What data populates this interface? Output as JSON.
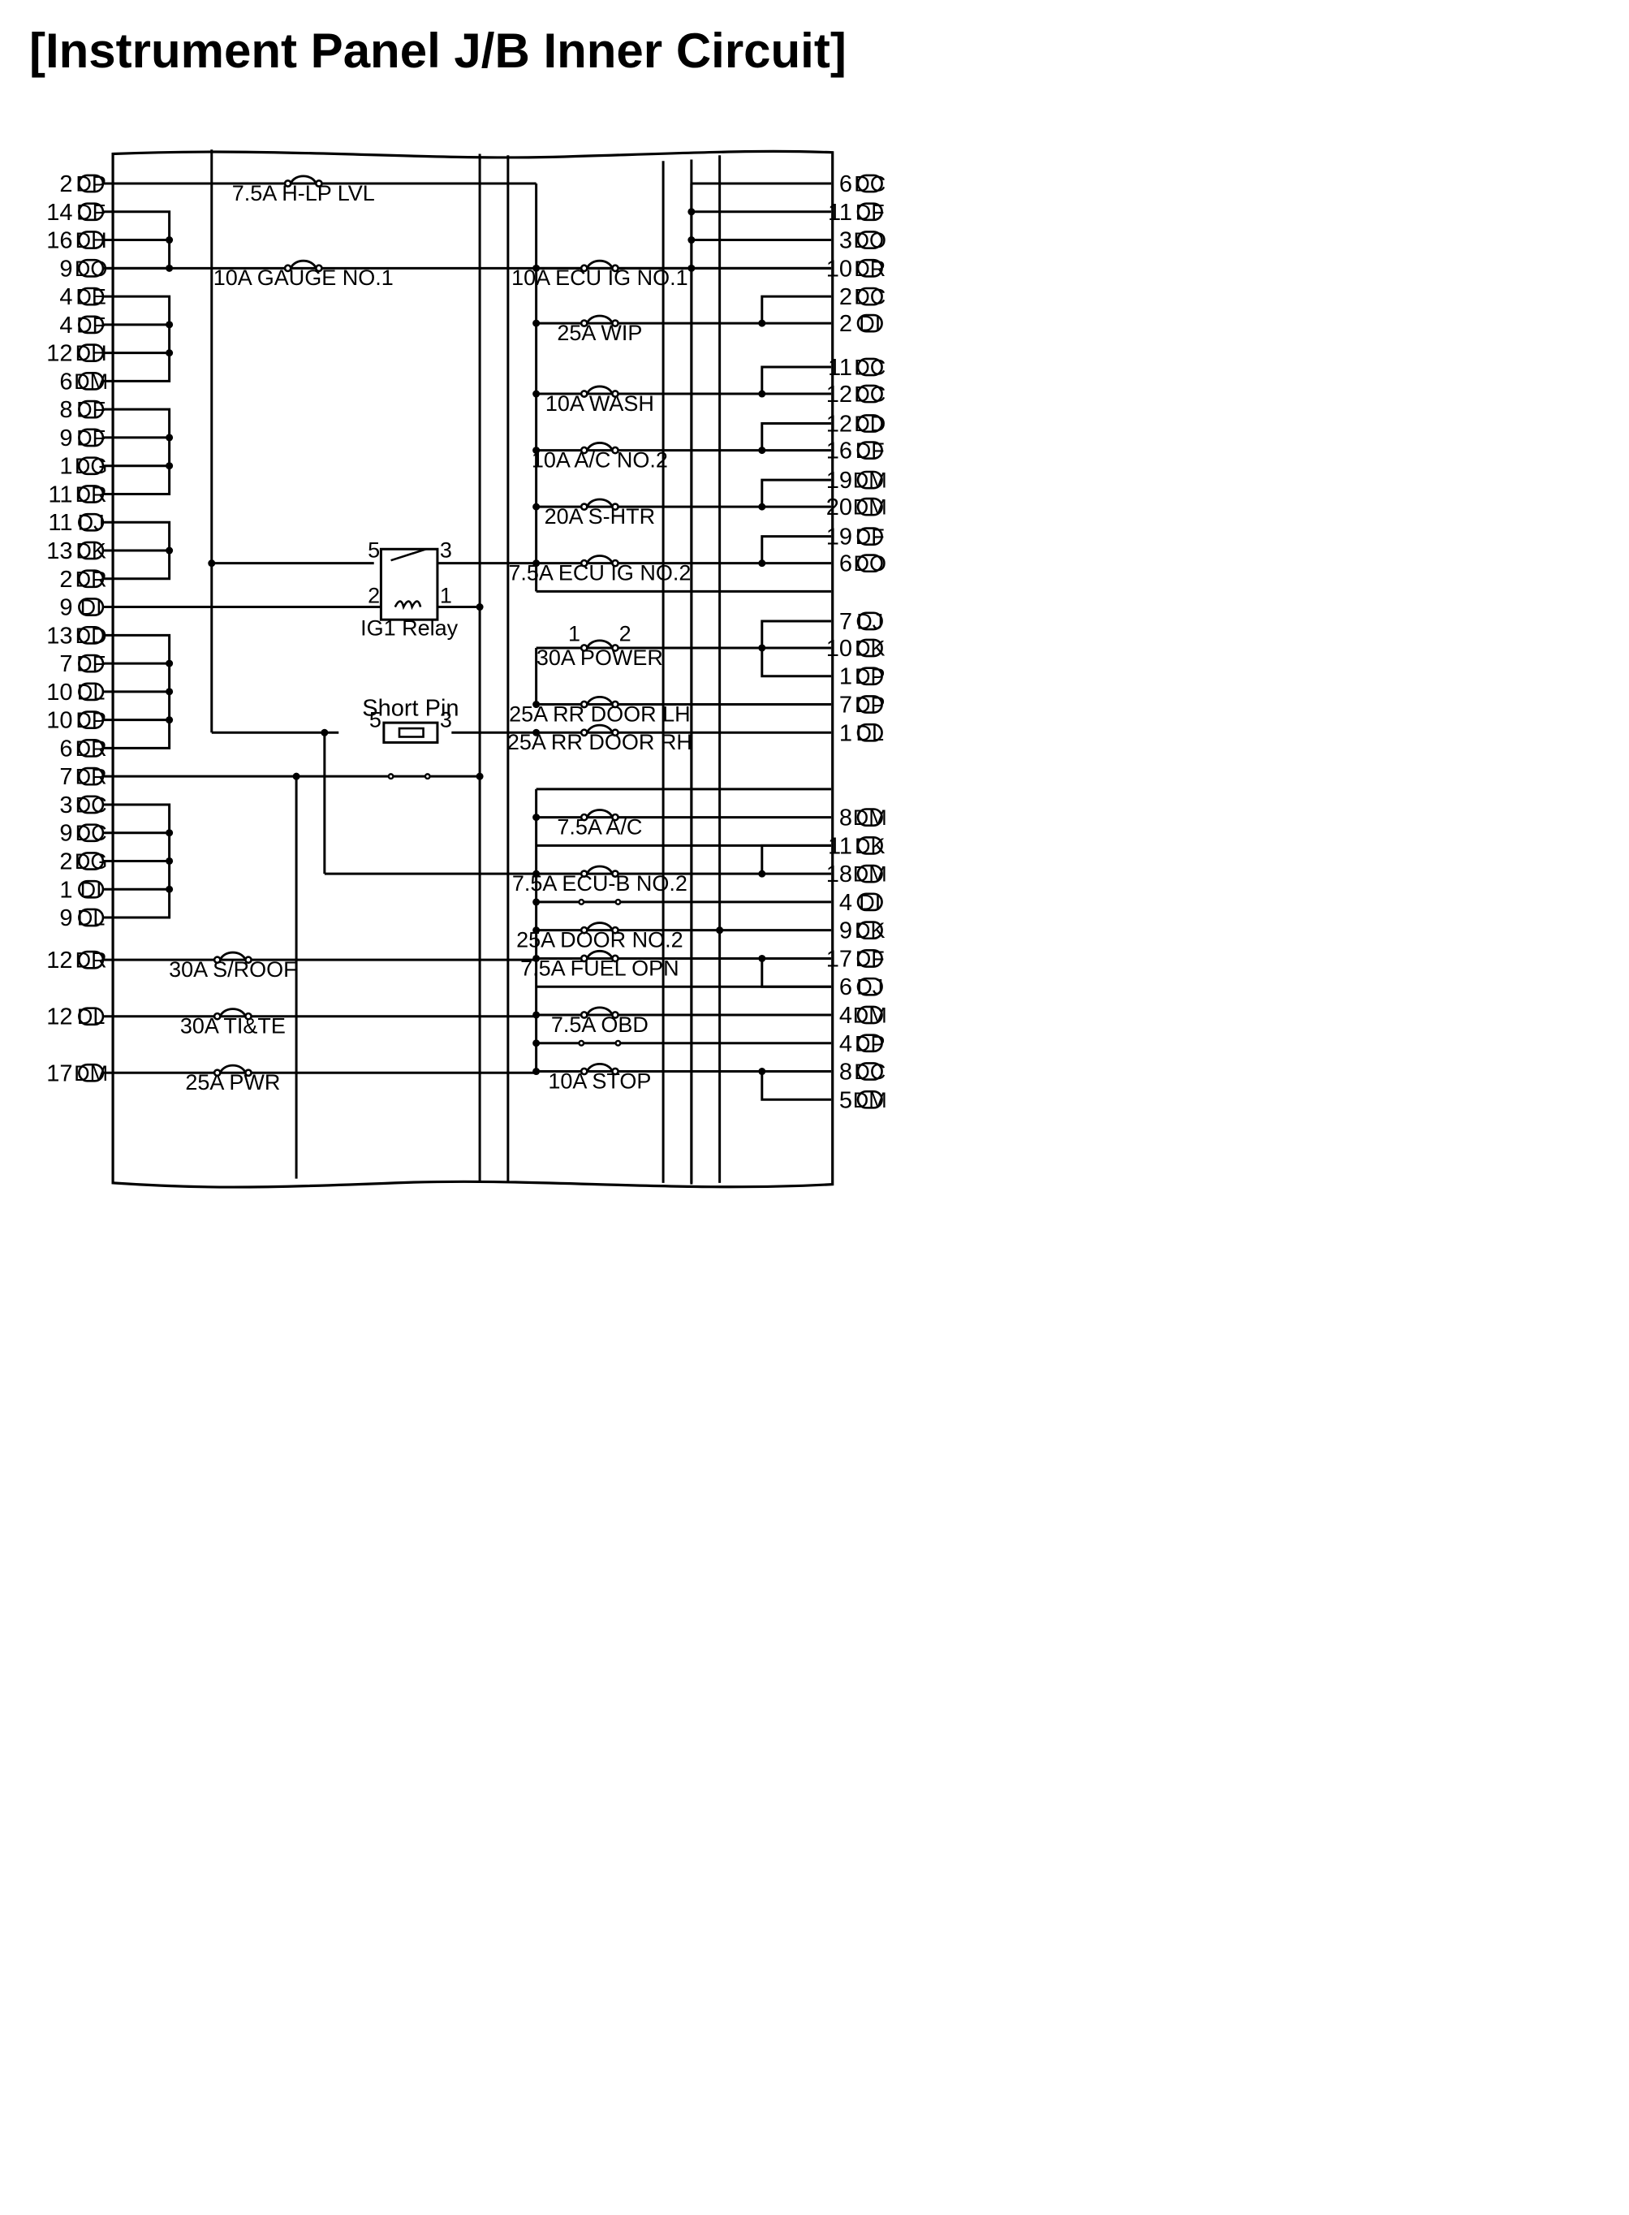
{
  "title": "[Instrument Panel J/B Inner Circuit]",
  "left_connectors": [
    {
      "pin": "2",
      "code": "DP"
    },
    {
      "pin": "14",
      "code": "DF"
    },
    {
      "pin": "16",
      "code": "DH"
    },
    {
      "pin": "9",
      "code": "DO"
    },
    {
      "pin": "4",
      "code": "DE"
    },
    {
      "pin": "4",
      "code": "DF"
    },
    {
      "pin": "12",
      "code": "DH"
    },
    {
      "pin": "6",
      "code": "DM"
    },
    {
      "pin": "8",
      "code": "DF"
    },
    {
      "pin": "9",
      "code": "DF"
    },
    {
      "pin": "1",
      "code": "DG"
    },
    {
      "pin": "11",
      "code": "DR"
    },
    {
      "pin": "11",
      "code": "DJ"
    },
    {
      "pin": "13",
      "code": "DK"
    },
    {
      "pin": "2",
      "code": "DR"
    },
    {
      "pin": "9",
      "code": "DI"
    },
    {
      "pin": "13",
      "code": "DD"
    },
    {
      "pin": "7",
      "code": "DF"
    },
    {
      "pin": "10",
      "code": "DL"
    },
    {
      "pin": "10",
      "code": "DP"
    },
    {
      "pin": "6",
      "code": "DR"
    },
    {
      "pin": "7",
      "code": "DR"
    },
    {
      "pin": "3",
      "code": "DC"
    },
    {
      "pin": "9",
      "code": "DC"
    },
    {
      "pin": "2",
      "code": "DG"
    },
    {
      "pin": "1",
      "code": "DI"
    },
    {
      "pin": "9",
      "code": "DL"
    },
    {
      "pin": "12",
      "code": "DR"
    },
    {
      "pin": "12",
      "code": "DL"
    },
    {
      "pin": "17",
      "code": "DM"
    }
  ],
  "right_connectors": [
    {
      "pin": "6",
      "code": "DC"
    },
    {
      "pin": "11",
      "code": "DF"
    },
    {
      "pin": "3",
      "code": "DO"
    },
    {
      "pin": "10",
      "code": "DR"
    },
    {
      "pin": "2",
      "code": "DC"
    },
    {
      "pin": "2",
      "code": "DI"
    },
    {
      "pin": "11",
      "code": "DC"
    },
    {
      "pin": "12",
      "code": "DC"
    },
    {
      "pin": "12",
      "code": "DD"
    },
    {
      "pin": "16",
      "code": "DF"
    },
    {
      "pin": "19",
      "code": "DM"
    },
    {
      "pin": "20",
      "code": "DM"
    },
    {
      "pin": "19",
      "code": "DF"
    },
    {
      "pin": "6",
      "code": "DO"
    },
    {
      "pin": "7",
      "code": "DJ"
    },
    {
      "pin": "10",
      "code": "DK"
    },
    {
      "pin": "1",
      "code": "DP"
    },
    {
      "pin": "7",
      "code": "DP"
    },
    {
      "pin": "1",
      "code": "DL"
    },
    {
      "pin": "8",
      "code": "DM"
    },
    {
      "pin": "11",
      "code": "DK"
    },
    {
      "pin": "18",
      "code": "DM"
    },
    {
      "pin": "4",
      "code": "DI"
    },
    {
      "pin": "9",
      "code": "DK"
    },
    {
      "pin": "17",
      "code": "DF"
    },
    {
      "pin": "6",
      "code": "DJ"
    },
    {
      "pin": "4",
      "code": "DM"
    },
    {
      "pin": "4",
      "code": "DP"
    },
    {
      "pin": "8",
      "code": "DC"
    },
    {
      "pin": "5",
      "code": "DM"
    }
  ],
  "fuses": {
    "h_lp_lvl": "7.5A H-LP LVL",
    "gauge_no1": "10A GAUGE NO.1",
    "ecu_ig_no1": "10A ECU IG NO.1",
    "wip": "25A WIP",
    "wash": "10A WASH",
    "ac_no2": "10A A/C NO.2",
    "s_htr": "20A S-HTR",
    "ecu_ig_no2": "7.5A ECU IG NO.2",
    "power": "30A POWER",
    "rr_door_lh": "25A RR DOOR LH",
    "rr_door_rh": "25A RR DOOR RH",
    "ac": "7.5A A/C",
    "ecu_b_no2": "7.5A ECU-B NO.2",
    "door_no2": "25A DOOR NO.2",
    "fuel_opn": "7.5A FUEL OPN",
    "obd": "7.5A OBD",
    "stop": "10A STOP",
    "s_roof": "30A S/ROOF",
    "ti_te": "30A TI&TE",
    "pwr": "25A PWR"
  },
  "relay": {
    "label": "IG1 Relay",
    "pin_5": "5",
    "pin_3": "3",
    "pin_2": "2",
    "pin_1": "1"
  },
  "short_pin": {
    "label": "Short Pin",
    "pin_5": "5",
    "pin_3": "3"
  },
  "power_fuse_pins": {
    "pin_1": "1",
    "pin_2": "2"
  }
}
